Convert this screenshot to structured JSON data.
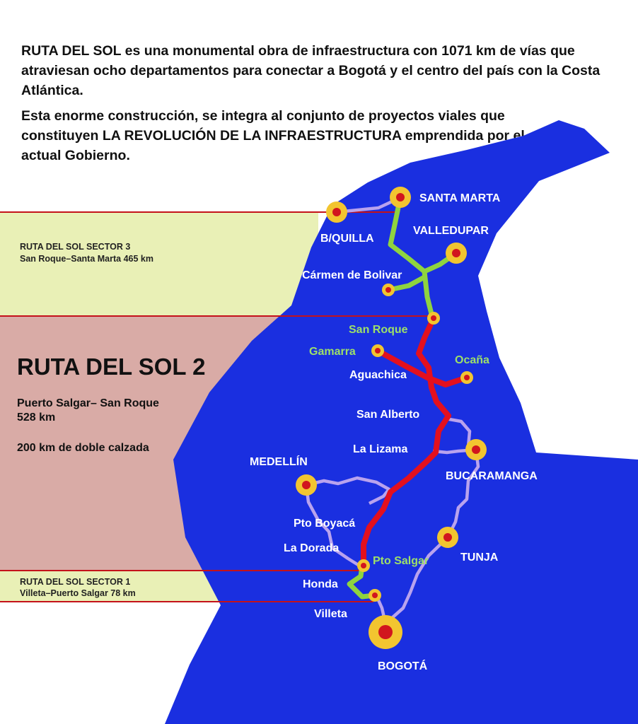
{
  "intro": {
    "paragraph1": "RUTA DEL SOL es una monumental obra de infraestructura con 1071 km de vías que atraviesan ocho departamentos para conectar a Bogotá y el centro del país con la Costa Atlántica.",
    "paragraph2_start": "Esta enorme construcción, se integra al conjunto de proyectos viales que constituyen ",
    "paragraph2_highlight": "LA REVOLUCIÓN DE LA INFRAESTRUCTURA",
    "paragraph2_end": " emprendida por el actual Gobierno."
  },
  "sectors": {
    "sector3": {
      "title": "RUTA DEL SOL  SECTOR 3",
      "detail": "San Roque–Santa Marta   465 km",
      "color": "#e9f0b6"
    },
    "sector2": {
      "title": "RUTA DEL SOL 2",
      "line1": "Puerto Salgar– San Roque",
      "line2": "528 km",
      "line3": "200 km de doble calzada",
      "color": "#d9aba6"
    },
    "sector1": {
      "title": "RUTA DEL SOL SECTOR 1",
      "detail": "Villeta–Puerto Salgar 78 km",
      "color": "#e9f0b6"
    }
  },
  "cities": {
    "santa_marta": "SANTA MARTA",
    "barranquilla": "B/QUILLA",
    "valledupar": "VALLEDUPAR",
    "carmen": "Cármen de Bolivar",
    "san_roque": "San Roque",
    "gamarra": "Gamarra",
    "ocana": "Ocaña",
    "aguachica": "Aguachica",
    "san_alberto": "San Alberto",
    "la_lizama": "La Lizama",
    "bucaramanga": "BUCARAMANGA",
    "medellin": "MEDELLÍN",
    "pto_boyaca": "Pto Boyacá",
    "la_dorada": "La Dorada",
    "pto_salgar": "Pto Salgar",
    "tunja": "TUNJA",
    "honda": "Honda",
    "villeta": "Villeta",
    "bogota": "BOGOTÁ"
  },
  "colors": {
    "territory": "#1a2fe0",
    "sector2_route": "#e3101e",
    "sector1_3_route": "#8fd43f",
    "other_roads": "#b9a3ee",
    "city_marker": "#f2c530",
    "city_dot": "#d1161e",
    "divider_line": "#c4121a"
  }
}
